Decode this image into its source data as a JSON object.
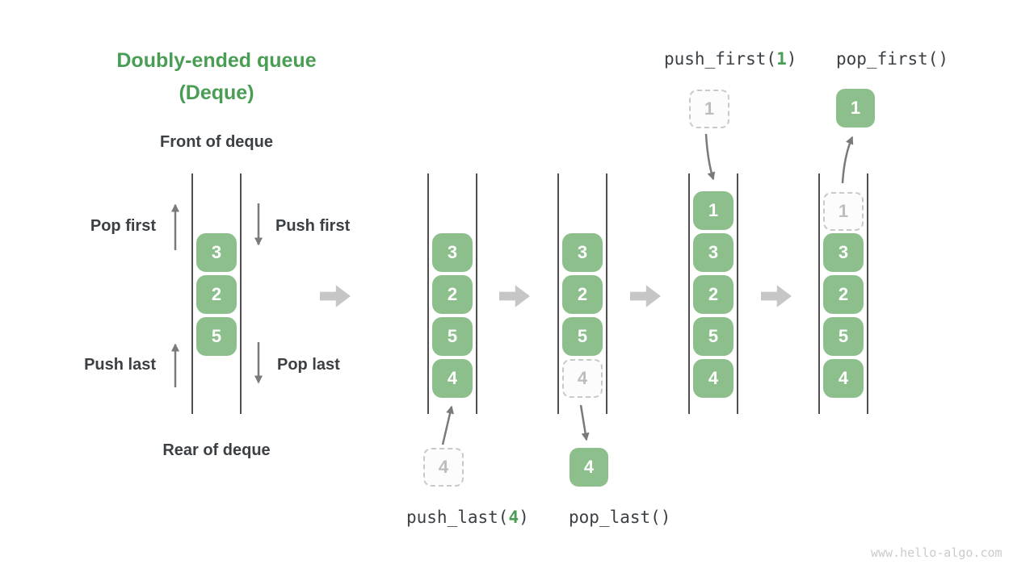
{
  "title": {
    "line1": "Doubly-ended queue",
    "line2": "(Deque)"
  },
  "orientation_labels": {
    "front": "Front of deque",
    "rear": "Rear of deque"
  },
  "action_labels": {
    "pop_first": "Pop first",
    "push_first": "Push first",
    "push_last": "Push last",
    "pop_last": "Pop last"
  },
  "operations": {
    "push_last": {
      "fn": "push_last(",
      "arg": "4",
      "close": ")"
    },
    "pop_last": {
      "fn": "pop_last()"
    },
    "push_first": {
      "fn": "push_first(",
      "arg": "1",
      "close": ")"
    },
    "pop_first": {
      "fn": "pop_first()"
    }
  },
  "deque": {
    "initial": {
      "cells": [
        "3",
        "2",
        "5"
      ]
    },
    "after_push_last": {
      "cells": [
        "3",
        "2",
        "5",
        "4"
      ],
      "pushed_value": "4"
    },
    "after_pop_last": {
      "cells": [
        "3",
        "2",
        "5"
      ],
      "removed_ghost": "4",
      "popped_value": "4"
    },
    "after_push_first": {
      "cells": [
        "1",
        "3",
        "2",
        "5",
        "4"
      ],
      "pushed_value": "1"
    },
    "after_pop_first": {
      "cells": [
        "3",
        "2",
        "5",
        "4"
      ],
      "removed_ghost": "1",
      "popped_value": "1"
    }
  },
  "watermark": "www.hello-algo.com",
  "colors": {
    "accent_green": "#4a9d55",
    "cell_green": "#8dbf8d",
    "text_dark": "#3b4045",
    "arrow_gray": "#7a7a7a",
    "big_arrow_gray": "#c6c6c6",
    "ghost_border": "#c9c9c9",
    "ghost_text": "#bdbdbd",
    "tube_line": "#4f4f4f",
    "watermark_gray": "#cbcbcb"
  }
}
